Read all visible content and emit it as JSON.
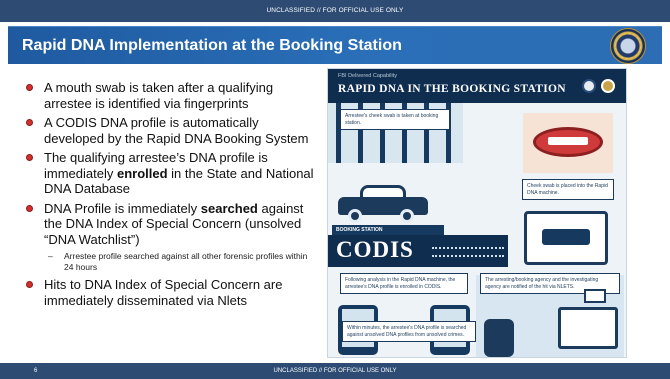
{
  "classification": {
    "top": "UNCLASSIFIED // FOR OFFICIAL USE ONLY",
    "bottom": "UNCLASSIFIED // FOR OFFICIAL USE ONLY"
  },
  "slide": {
    "title": "Rapid DNA Implementation at the Booking Station",
    "page_number": "6",
    "bullets": [
      {
        "text": "A mouth swab is taken after a qualifying arrestee is identified via fingerprints"
      },
      {
        "text": "A CODIS DNA profile is automatically developed by the Rapid DNA Booking System"
      },
      {
        "pre": "The qualifying arrestee’s DNA profile is immediately ",
        "bold": "enrolled",
        "post": " in the State and National DNA Database"
      },
      {
        "pre": "DNA Profile is immediately ",
        "bold": "searched",
        "post": " against the DNA Index of Special Concern (unsolved “DNA Watchlist”)"
      },
      {
        "text": "Hits to DNA Index of Special Concern are immediately disseminated via Nlets"
      }
    ],
    "sub_bullet": "Arrestee profile searched against all other forensic profiles within 24 hours"
  },
  "poster": {
    "caption": "FBI Delivered Capability",
    "title": "RAPID DNA IN THE BOOKING STATION",
    "note_cheek": "Arrestee's cheek swab is taken at booking station.",
    "note_swab": "Cheek swab is placed into the Rapid DNA machine.",
    "booking_label": "BOOKING STATION",
    "codis_label": "CODIS",
    "note_analysis": "Following analysis in the Rapid DNA machine, the arrestee's DNA profile is enrolled in CODIS.",
    "note_agency": "The arresting/booking agency and the investigating agency are notified of the hit via NLETS.",
    "note_minutes": "Within minutes, the arrestee's DNA profile is searched against unsolved DNA profiles from unsolved crimes."
  },
  "colors": {
    "band": "#2d4b73",
    "title_bar": "#2a6fb8",
    "bullet": "#d0312d",
    "poster_navy": "#0f2d4f"
  }
}
